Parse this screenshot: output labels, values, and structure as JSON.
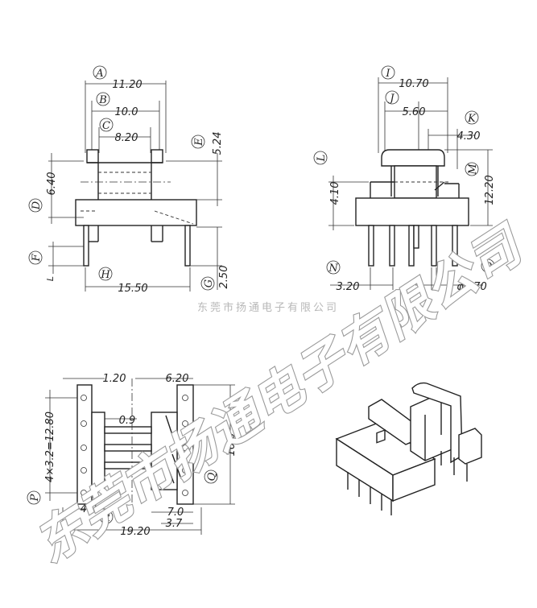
{
  "front_view": {
    "A": {
      "letter": "A",
      "value": "11.20"
    },
    "B": {
      "letter": "B",
      "value": "10.0"
    },
    "C": {
      "letter": "C",
      "value": "8.20"
    },
    "D": {
      "letter": "D",
      "value": "6.40"
    },
    "E": {
      "letter": "E",
      "value": "5.24"
    },
    "F": {
      "letter": "F",
      "value": "L"
    },
    "G": {
      "letter": "G",
      "value": "2.50"
    },
    "H": {
      "letter": "H",
      "value": "15.50"
    }
  },
  "side_view": {
    "I": {
      "letter": "I",
      "value": "10.70"
    },
    "J": {
      "letter": "J",
      "value": "5.60"
    },
    "K": {
      "letter": "K",
      "value": "4.30"
    },
    "L": {
      "letter": "L",
      "value": "4.10"
    },
    "M": {
      "letter": "M",
      "value": "12.20"
    },
    "N": {
      "letter": "N",
      "value": "3.20"
    },
    "O": {
      "letter": "O",
      "value": "φ0.70"
    }
  },
  "bottom_view": {
    "top_left": "1.20",
    "top_right": "6.20",
    "inner": "0.9",
    "pitch": "4×3.2=12.80",
    "P": {
      "letter": "P"
    },
    "left_small": "4.0",
    "R": {
      "letter": "R"
    },
    "width": "19.20",
    "right_small": "3.7",
    "right_mid": "7.0",
    "Q": {
      "letter": "Q",
      "value": "16.0"
    }
  },
  "watermark": {
    "small": "东莞市扬通电子有限公司",
    "large": "东莞市扬通电子有限公司"
  }
}
